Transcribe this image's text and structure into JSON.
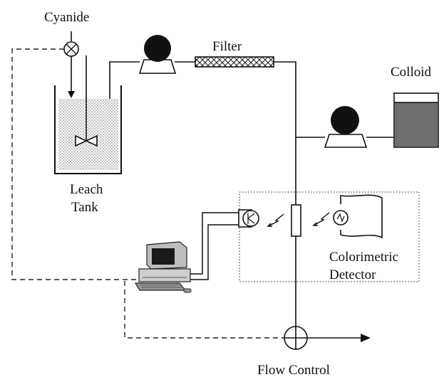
{
  "labels": {
    "cyanide": "Cyanide",
    "filter": "Filter",
    "colloid": "Colloid",
    "leach": "Leach",
    "tank": "Tank",
    "colorimetric": "Colorimetric",
    "detector": "Detector",
    "flow_control": "Flow Control"
  }
}
